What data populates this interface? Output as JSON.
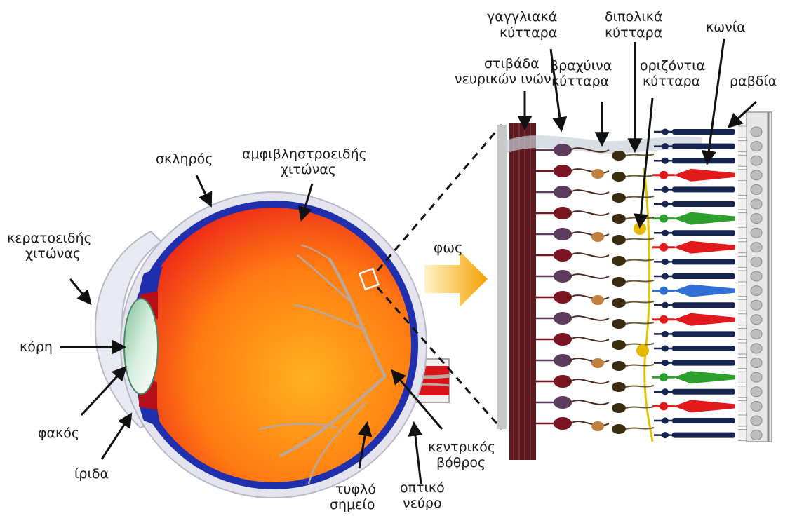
{
  "labels": {
    "sclera": "σκληρός",
    "retina_line1": "αμφιβληστροειδής",
    "retina_line2": "χιτώνας",
    "cornea_line1": "κερατοειδής",
    "cornea_line2": "χιτώνας",
    "pupil": "κόρη",
    "lens": "φακός",
    "iris": "ίριδα",
    "blind_spot_line1": "τυφλό",
    "blind_spot_line2": "σημείο",
    "optic_nerve_line1": "οπτικό",
    "optic_nerve_line2": "νεύρο",
    "fovea_line1": "κεντρικός",
    "fovea_line2": "βόθρος",
    "light": "φως",
    "nerve_fiber_layer_line1": "στιβάδα",
    "nerve_fiber_layer_line2": "νευρικών ινών",
    "ganglion_line1": "γαγγλιακά",
    "ganglion_line2": "κύτταρα",
    "amacrine_line1": "βραχύινα",
    "amacrine_line2": "κύτταρα",
    "bipolar_line1": "διπολικά",
    "bipolar_line2": "κύτταρα",
    "horizontal_line1": "οριζόντια",
    "horizontal_line2": "κύτταρα",
    "cones": "κωνία",
    "rods": "ραβδία"
  },
  "colors": {
    "eyeball_outer": "#e8131a",
    "eyeball_inner": "#ff9a1a",
    "choroid": "#1f2fae",
    "sclera": "#c9c9d6",
    "lens": "#b6dcc6",
    "vessel": "#b9a7a0",
    "arrow": "#f5a623",
    "nerve_layer": "#5a1a20",
    "rod": "#15254f",
    "cone_red": "#e31a1c",
    "cone_green": "#2ca02c",
    "cone_blue": "#2f6fd6",
    "ganglion": "#5e3c5e",
    "bipolar": "#3b2b10",
    "amacrine": "#c08040",
    "horizontal": "#e6b800"
  },
  "cone_colors": [
    "red",
    "green",
    "red",
    "blue",
    "red",
    "green",
    "red"
  ]
}
